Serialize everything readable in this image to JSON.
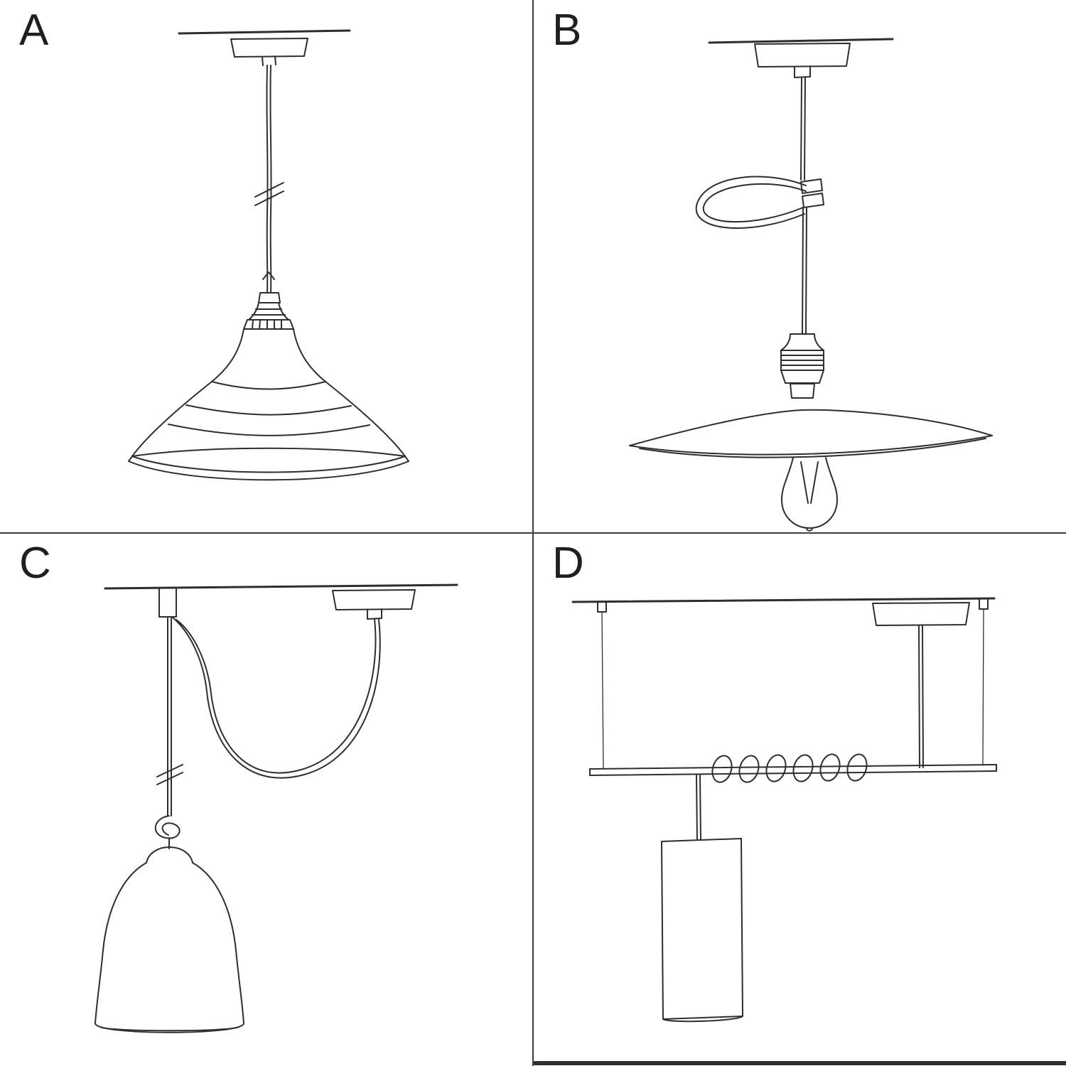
{
  "page": {
    "background": "#ffffff",
    "ink_color": "#2e2e2e",
    "divider_color": "#3d3d3d"
  },
  "panels": [
    {
      "label": "A"
    },
    {
      "label": "B"
    },
    {
      "label": "C"
    },
    {
      "label": "D"
    }
  ]
}
